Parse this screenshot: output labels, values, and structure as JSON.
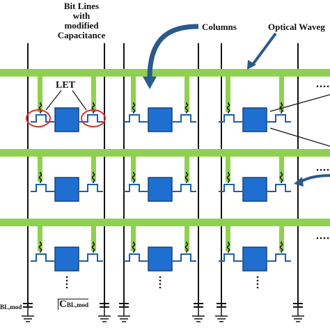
{
  "labels": {
    "bit_lines_line1": "Bit Lines",
    "bit_lines_line2": "with",
    "bit_lines_line3": "modified",
    "bit_lines_line4": "Capacitance",
    "columns": "Columns",
    "optical_waveguide": "Optical Waveg",
    "let": "LET",
    "cbl_mod_left": "BL,mod",
    "cbl_mod_right": "C",
    "cbl_mod_right_sub": "BL,mod"
  },
  "colors": {
    "waveguide": "#8fd14f",
    "cell": "#1f6fd1",
    "cell_border": "#12427a",
    "wire": "#1d5fa6",
    "line": "#111111",
    "highlight": "#d9302c"
  },
  "grid": {
    "rows": 3,
    "columns": 3
  }
}
